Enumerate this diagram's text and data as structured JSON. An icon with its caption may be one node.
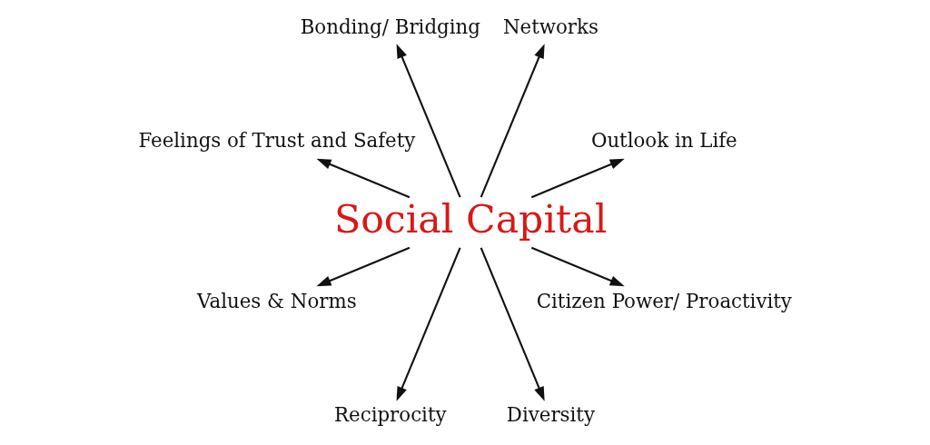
{
  "diagram": {
    "nodes": [
      {
        "text": [
          "Social Capital"
        ]
      },
      {
        "text": [
          "Outlook in Life"
        ]
      },
      {
        "text": [
          "Networks"
        ]
      },
      {
        "text": [
          "Bonding/ Bridging"
        ]
      },
      {
        "text": [
          "Feelings of Trust and Safety"
        ]
      },
      {
        "text": [
          "Values & Norms"
        ]
      },
      {
        "text": [
          "Reciprocity"
        ]
      },
      {
        "text": [
          "Diversity"
        ]
      },
      {
        "text": [
          "Citizen Power/ Proactivity"
        ]
      }
    ],
    "edges": [
      {
        "from": 0,
        "to": 1,
        "arrow": "to"
      },
      {
        "from": 0,
        "to": 2,
        "arrow": "to"
      },
      {
        "from": 0,
        "to": 3,
        "arrow": "to"
      },
      {
        "from": 0,
        "to": 4,
        "arrow": "to"
      },
      {
        "from": 0,
        "to": 8,
        "arrow": "to"
      },
      {
        "from": 0,
        "to": 7,
        "arrow": "to"
      },
      {
        "from": 0,
        "to": 6,
        "arrow": "to"
      },
      {
        "from": 0,
        "to": 5,
        "arrow": "to"
      }
    ]
  }
}
